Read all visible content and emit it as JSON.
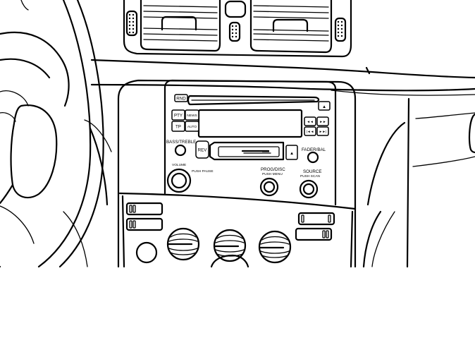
{
  "radio": {
    "rnd": "RND",
    "pty": "PTY",
    "news": "NEWS",
    "tp": "TP",
    "auto": "AUTO",
    "bass_treble": "BASS/TREBLE",
    "rev": "REV",
    "fader_bal": "FADER/BAL",
    "volume": "VOLUME",
    "push_pause": "PUSH PAUSE",
    "prog_disc": "PROG/DISC",
    "push_menu": "PUSH MENU",
    "source": "SOURCE",
    "push_scan": "PUSH SCAN"
  },
  "icons": {
    "eject": "▲",
    "rewind": "◄◄",
    "forward": "►►",
    "prev": "|◄◄",
    "next": "►►|"
  }
}
